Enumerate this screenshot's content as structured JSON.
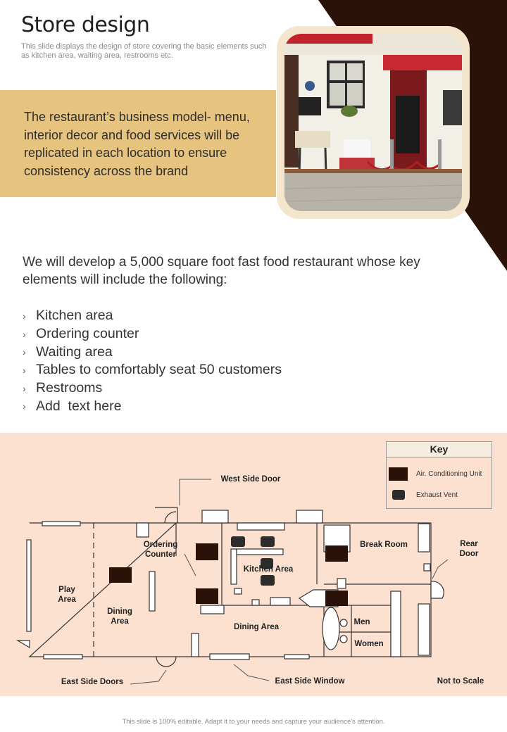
{
  "header": {
    "title": "Store design",
    "subtitle": "This slide displays the design of store covering the basic elements such as kitchen area, waiting area, restrooms etc."
  },
  "band": {
    "text": "The restaurant’s business model- menu, interior decor and food services will be replicated in each location to ensure consistency across the brand"
  },
  "body": {
    "intro": "We will develop a 5,000 square foot fast food restaurant whose key elements will include the following:",
    "bullets": [
      "Kitchen area",
      "Ordering counter",
      "Waiting area",
      "Tables to comfortably seat 50 customers",
      "Restrooms",
      "Add  text here"
    ]
  },
  "key": {
    "title": "Key",
    "items": [
      {
        "label": "Air. Conditioning Unit",
        "color": "#2a1208"
      },
      {
        "label": "Exhaust Vent",
        "color": "#2c2c2c"
      }
    ]
  },
  "floorplan": {
    "labels": {
      "west_door": "West Side Door",
      "ordering_counter": "Ordering Counter",
      "kitchen_area": "Kitchen Area",
      "break_room": "Break Room",
      "rear_door": "Rear Door",
      "play_area": "Play Area",
      "dining_area_left": "Dining Area",
      "dining_area_center": "Dining  Area",
      "men": "Men",
      "women": "Women",
      "east_doors": "East Side Doors",
      "east_window": "East Side Window",
      "not_to_scale": "Not to Scale"
    }
  },
  "colors": {
    "accent_dark": "#2a1208",
    "band": "#e6c37e",
    "plan_bg": "#fce1d1"
  },
  "footer": "This slide is 100% editable. Adapt it to your needs and capture your audience's attention."
}
